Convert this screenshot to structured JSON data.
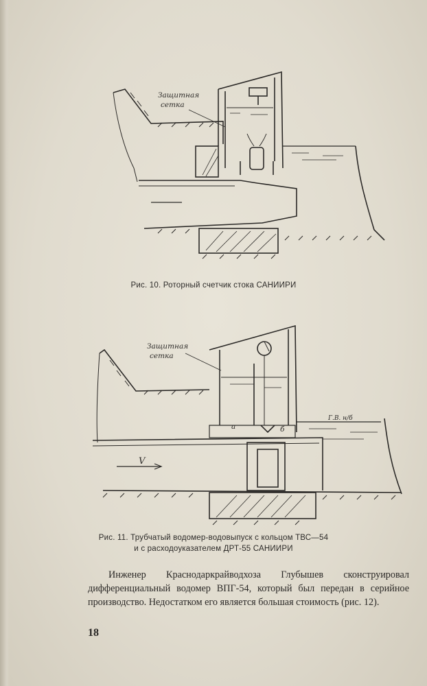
{
  "figure10": {
    "label_line1": "Защитная",
    "label_line2": "сетка",
    "caption": "Рис. 10. Роторный счетчик стока САНИИРИ"
  },
  "figure11": {
    "label_line1": "Защитная",
    "label_line2": "сетка",
    "letter_a": "а",
    "letter_b": "б",
    "velocity_symbol": "V",
    "level_mark": "Г.В. н/б",
    "caption_line1": "Рис. 11. Трубчатый водомер-водовыпуск с кольцом ТВС—54",
    "caption_line2": "и с расходоуказателем ДРТ-55 САНИИРИ"
  },
  "body": {
    "paragraph": "Инженер Краснодаркрайводхоза Глубышев сконструировал дифференциальный водомер ВПГ-54, который был передан в серийное производство. Недостатком его является большая стоимость (рис. 12)."
  },
  "page_number": "18"
}
